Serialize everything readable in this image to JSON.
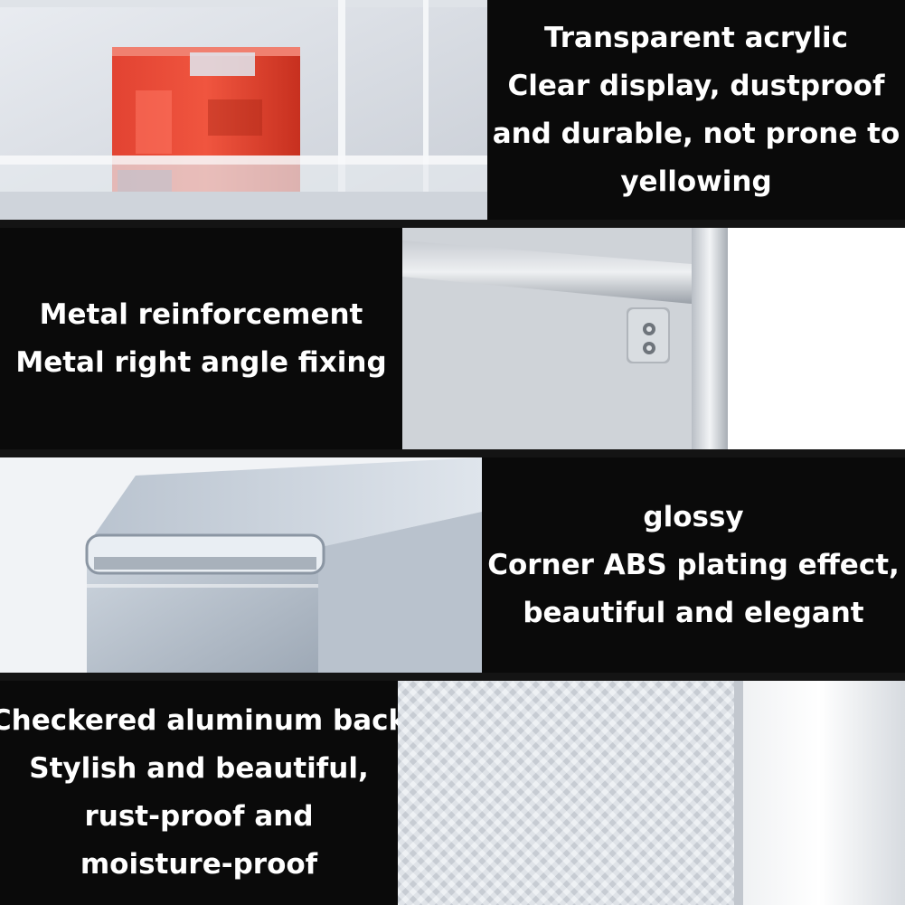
{
  "sections": [
    {
      "lines": [
        "Transparent acrylic",
        "Clear display, dustproof",
        "and durable, not prone to",
        "yellowing"
      ]
    },
    {
      "lines": [
        "Metal reinforcement",
        "Metal right angle fixing"
      ]
    },
    {
      "lines": [
        "glossy",
        "Corner ABS plating effect,",
        "beautiful and elegant"
      ]
    },
    {
      "lines": [
        "Checkered aluminum back",
        "Stylish and beautiful,",
        "rust-proof and",
        "moisture-proof"
      ]
    }
  ]
}
